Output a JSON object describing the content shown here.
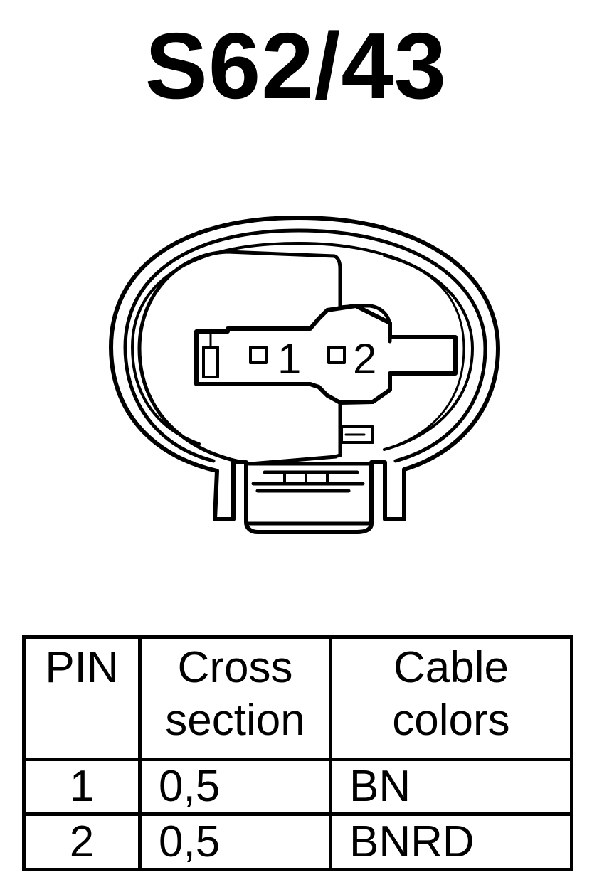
{
  "title": "S62/43",
  "connector": {
    "pin_labels": [
      "1",
      "2"
    ]
  },
  "table": {
    "headers": {
      "pin": "PIN",
      "cross_section_line1": "Cross",
      "cross_section_line2": "section",
      "cable_colors_line1": "Cable",
      "cable_colors_line2": "colors"
    },
    "rows": [
      {
        "pin": "1",
        "cross_section": "0,5",
        "cable_color": "BN"
      },
      {
        "pin": "2",
        "cross_section": "0,5",
        "cable_color": "BNRD"
      }
    ]
  }
}
